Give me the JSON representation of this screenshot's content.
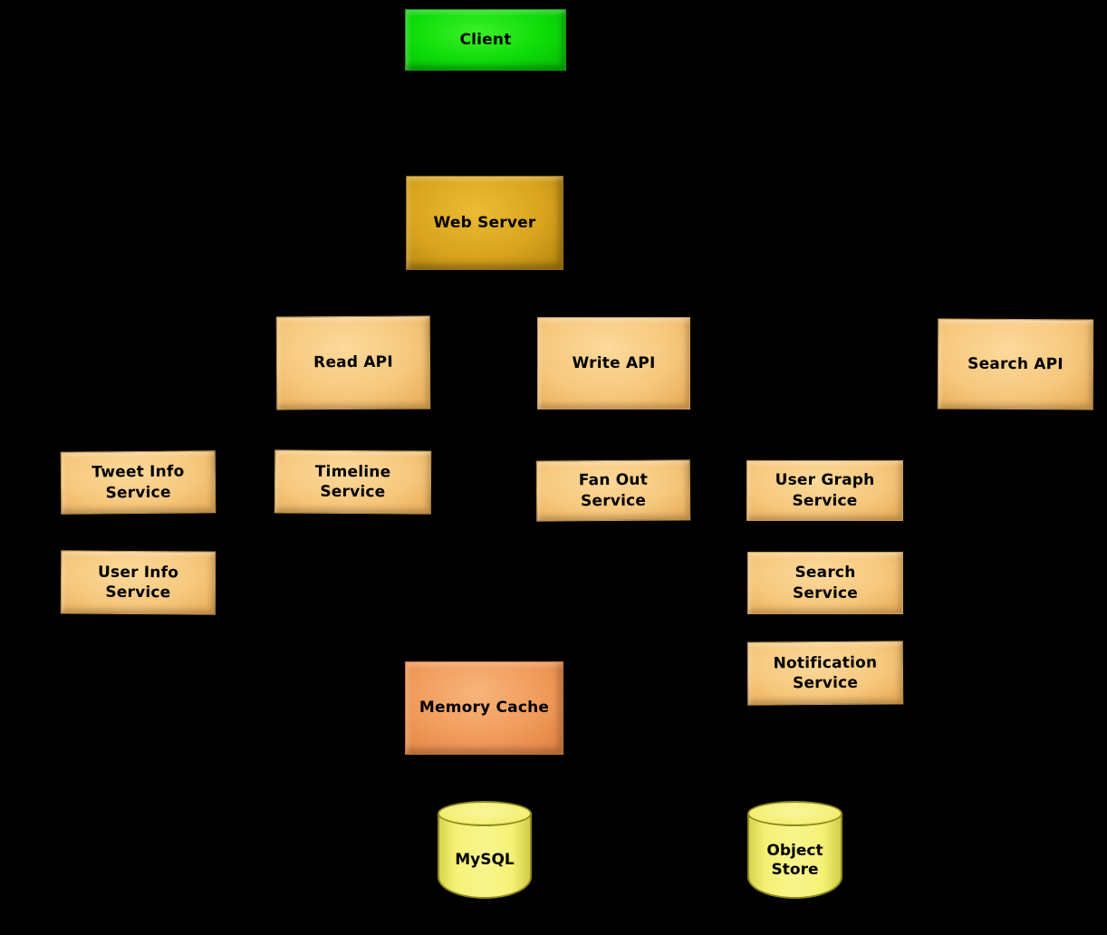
{
  "diagram": {
    "background_color": "#000000",
    "text_color": "#000000",
    "colors": {
      "client": "#0ddc08",
      "web_server": "#d9a41e",
      "api_service": "#f6c87d",
      "memory_cache": "#f09a5a",
      "database": "#f3ef74"
    },
    "nodes": {
      "client": {
        "label": "Client"
      },
      "web_server": {
        "label": "Web Server"
      },
      "read_api": {
        "label": "Read API"
      },
      "write_api": {
        "label": "Write API"
      },
      "search_api": {
        "label": "Search API"
      },
      "tweet_info_service": {
        "label": "Tweet Info\nService"
      },
      "timeline_service": {
        "label": "Timeline\nService"
      },
      "fan_out_service": {
        "label": "Fan Out\nService"
      },
      "user_graph_service": {
        "label": "User Graph\nService"
      },
      "user_info_service": {
        "label": "User Info\nService"
      },
      "search_service": {
        "label": "Search\nService"
      },
      "notification_service": {
        "label": "Notification\nService"
      },
      "memory_cache": {
        "label": "Memory Cache"
      },
      "mysql": {
        "label": "MySQL"
      },
      "object_store": {
        "label": "Object\nStore"
      }
    }
  }
}
